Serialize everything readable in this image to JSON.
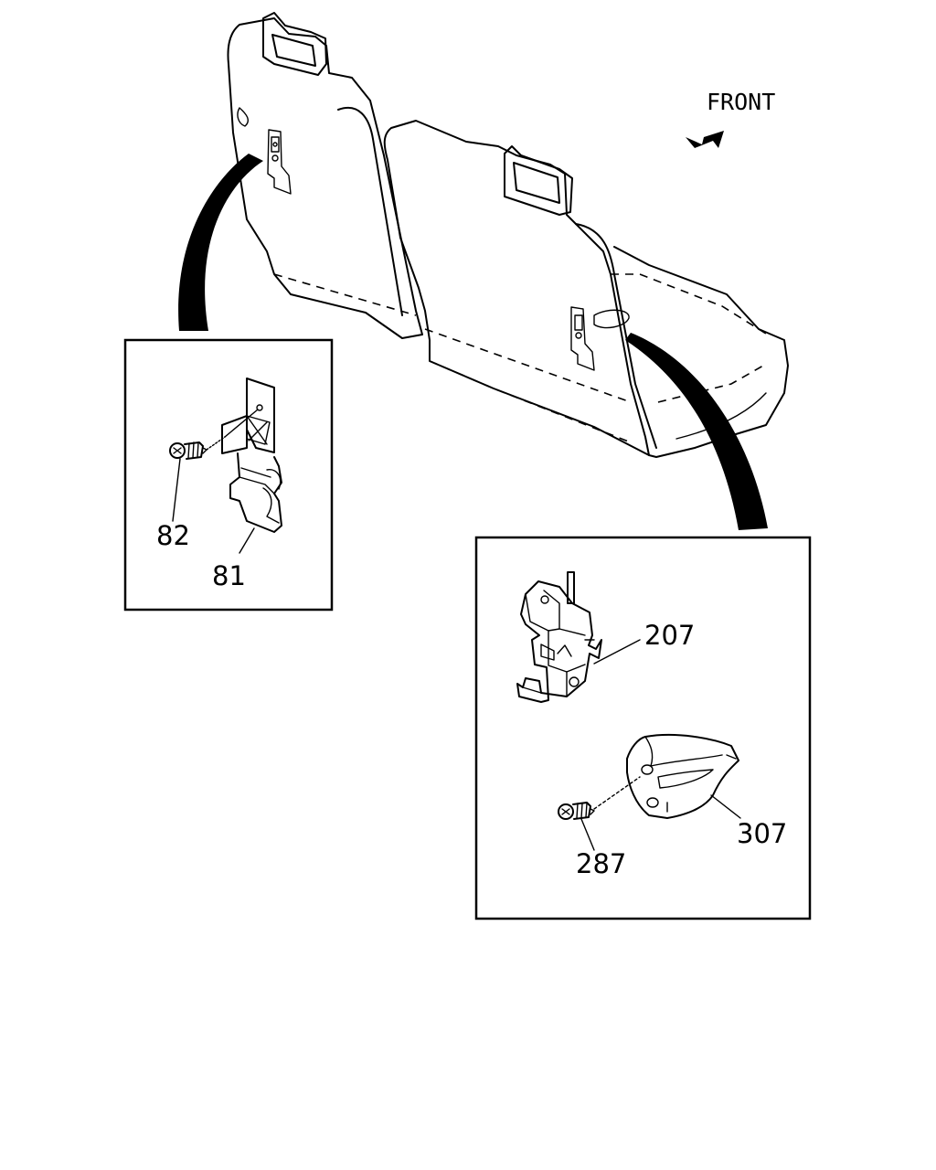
{
  "direction_label": "FRONT",
  "callouts": {
    "p81": "81",
    "p82": "82",
    "p207": "207",
    "p287": "287",
    "p307": "307"
  }
}
